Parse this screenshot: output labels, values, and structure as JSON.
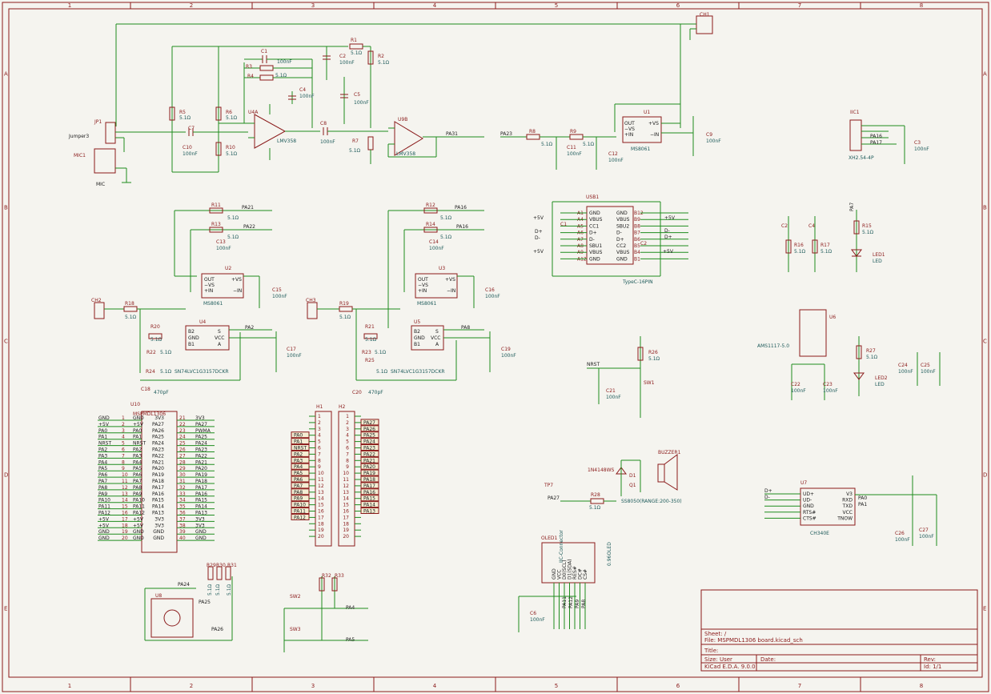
{
  "frame": {
    "columns": [
      "1",
      "2",
      "3",
      "4",
      "5",
      "6",
      "7",
      "8"
    ],
    "rows": [
      "A",
      "B",
      "C",
      "D",
      "E"
    ]
  },
  "title_block": {
    "sheet": "Sheet: /",
    "file": "File: MSPMDL1306 board.kicad_sch",
    "title": "Title:",
    "size": "Size: User",
    "date": "Date:",
    "rev": "Rev:",
    "tool": "KiCad E.D.A. 9.0.0",
    "id": "Id: 1/1"
  },
  "components": {
    "ch1": "CH1",
    "jp1": "JP1",
    "jumper3": "Jumper3",
    "mic1": "MIC1",
    "mic": "MIC",
    "r1": "R1",
    "r1v": "5.1Ω",
    "r2": "R2",
    "r2v": "5.1Ω",
    "r3": "R3",
    "r4": "R4",
    "r34v": "5.1Ω",
    "c1": "C1",
    "c1v": "100nF",
    "c2": "C2",
    "c2v": "100nF",
    "c4": "C4",
    "c4v": "100nF",
    "c5": "C5",
    "c5v": "100nF",
    "u4a": "U4A",
    "lmv358a": "LMV358",
    "u9b": "U9B",
    "lmv358b": "LMV358",
    "r5": "R5",
    "r5v": "5.1Ω",
    "r6": "R6",
    "r6v": "5.1Ω",
    "c7": "C7",
    "c10": "C10",
    "c10v": "100nF",
    "r10": "R10",
    "r10v": "5.1Ω",
    "c8": "C8",
    "c8v": "100nF",
    "r7": "R7",
    "r7v": "5.1Ω",
    "pa31": "PA31",
    "pa23": "PA23",
    "r8": "R8",
    "r8v": "5.1Ω",
    "r9": "R9",
    "r9v": "5.1Ω",
    "c11": "C11",
    "c11v": "100nF",
    "c12": "C12",
    "c12v": "100nF",
    "u1": "U1",
    "ms8061": "MS8061",
    "c9": "C9",
    "c9v": "100nF",
    "iic1": "IIC1",
    "xh": "XH2.54-4P",
    "pa16": "PA16",
    "pa17": "PA17",
    "c3": "C3",
    "c3v": "100nF",
    "usb1": "USB1",
    "typec": "TypeC-16PIN",
    "usb_left": [
      "GND",
      "VBUS",
      "CC1",
      "D+",
      "D-",
      "SBU1",
      "VBUS",
      "GND"
    ],
    "usb_right": [
      "GND",
      "VBUS",
      "SBU2",
      "D-",
      "D+",
      "CC2",
      "VBUS",
      "GND"
    ],
    "usb_lpins": [
      "A1",
      "A4",
      "A5",
      "A6",
      "A7",
      "A8",
      "A9",
      "A12"
    ],
    "usb_rpins": [
      "B12",
      "B9",
      "B8",
      "B7",
      "B6",
      "B5",
      "B4",
      "B1"
    ],
    "p5v": "+5V",
    "dp": "D+",
    "dm": "D-",
    "c1n": "C1",
    "c2n": "C2",
    "r11": "R11",
    "r11v": "5.1Ω",
    "pa21": "PA21",
    "r13": "R13",
    "r13v": "5.1Ω",
    "pa22": "PA22",
    "c13": "C13",
    "c13v": "100nF",
    "u2": "U2",
    "ms8061b": "MS8061",
    "c15": "C15",
    "c15v": "100nF",
    "ch2": "CH2",
    "r18": "R18",
    "r18v": "5.1Ω",
    "r20": "R20",
    "r20v": "5.1Ω",
    "u4": "U4",
    "r22": "R22",
    "r22v": "5.1Ω",
    "sn": "SN74LVC1G3157DCKR",
    "r24": "R24",
    "r24v": "5.1Ω",
    "c18": "C18",
    "c18v": "470pF",
    "pa2": "PA2",
    "c17": "C17",
    "c17v": "100nF",
    "r12": "R12",
    "r12v": "5.1Ω",
    "pa16b": "PA16",
    "r14": "R14",
    "r14v": "5.1Ω",
    "pa16c": "PA16",
    "c14": "C14",
    "c14v": "100nF",
    "u3": "U3",
    "ms8061c": "MS8061",
    "c16": "C16",
    "c16v": "100nF",
    "ch3": "CH3",
    "r19": "R19",
    "r19v": "5.1Ω",
    "r21": "R21",
    "r21v": "5.1Ω",
    "u5": "U5",
    "r23": "R23",
    "r23v": "5.1Ω",
    "r25": "R25",
    "r25v": "5.1Ω",
    "sn2": "SN74LVC1G3157DCKR",
    "c20": "C20",
    "c20v": "470pF",
    "pa8": "PA8",
    "c19": "C19",
    "c19v": "100nF",
    "c2b": "C2",
    "c4b": "C4",
    "r16": "R16",
    "r16v": "5.1Ω",
    "r17": "R17",
    "r17v": "5.1Ω",
    "pa7": "PA7",
    "r15": "R15",
    "r15v": "5.1Ω",
    "led1": "LED1",
    "led": "LED",
    "u6": "U6",
    "ams": "AMS1117-5.0",
    "c22": "C22",
    "c22v": "100nF",
    "c23": "C23",
    "c23v": "100nF",
    "r27": "R27",
    "r27v": "5.1Ω",
    "led2": "LED2",
    "led2v": "LED",
    "c24": "C24",
    "c24v": "100nF",
    "c25": "C25",
    "c25v": "100nF",
    "nrst": "NRST",
    "c21": "C21",
    "c21v": "100nF",
    "r26": "R26",
    "r26v": "5.1Ω",
    "sw1": "SW1",
    "u10": "U10",
    "mspm": "MSPMDL1306",
    "u10_left_nets": [
      "GND",
      "+5V",
      "PA0",
      "PA1",
      "NRST",
      "PA2",
      "PA3",
      "PA4",
      "PA5",
      "PA6",
      "PA7",
      "PA8",
      "PA9",
      "PA10",
      "PA11",
      "PA12",
      "+5V",
      "+5V",
      "GND",
      "GND"
    ],
    "u10_left_pins": [
      "GND",
      "+5V",
      "PA0",
      "PA1",
      "NRST",
      "PA2",
      "PA3",
      "PA4",
      "PA5",
      "PA6",
      "PA7",
      "PA8",
      "PA9",
      "PA10",
      "PA11",
      "PA12",
      "+5V",
      "+5V",
      "GND",
      "GND"
    ],
    "u10_right_pins": [
      "3V3",
      "PA27",
      "PA26",
      "PA25",
      "PA24",
      "PA23",
      "PA22",
      "PA21",
      "PA20",
      "PA19",
      "PA18",
      "PA17",
      "PA16",
      "PA15",
      "PA14",
      "PA13",
      "3V3",
      "3V3",
      "GND",
      "GND"
    ],
    "u10_right_nets": [
      "3V3",
      "PA27",
      "PWMA",
      "PA25",
      "PA24",
      "PA23",
      "PA22",
      "PA21",
      "PA20",
      "PA19",
      "PA18",
      "PA17",
      "PA16",
      "PA15",
      "PA14",
      "PA13",
      "3V3",
      "3V3",
      "GND",
      "GND"
    ],
    "h1": "H1",
    "h2": "H2",
    "h1_nets": [
      "",
      "",
      "",
      "PA0",
      "PA1",
      "NRST",
      "PA2",
      "PA3",
      "PA4",
      "PA5",
      "PA6",
      "PA7",
      "PA8",
      "PA9",
      "PA10",
      "PA11",
      "PA12",
      "",
      "",
      ""
    ],
    "h2_nets": [
      "",
      "PA27",
      "PA26",
      "PA25",
      "PA24",
      "PA23",
      "PA22",
      "PA21",
      "PA20",
      "PA19",
      "PA18",
      "PA17",
      "PA16",
      "PA15",
      "PA14",
      "PA13",
      "",
      "",
      "",
      ""
    ],
    "d1": "D1",
    "d1v": "1N4148WS",
    "buzzer": "BUZZER1",
    "q1": "Q1",
    "tp7": "TP7",
    "pa27": "PA27",
    "r28": "R28",
    "r28v": "5.1Ω",
    "ss8050": "SS8050(RANGE:200-350)",
    "u7": "U7",
    "ch340": "CH340E",
    "u7_left": [
      "UD+",
      "UD-",
      "GND",
      "RTS#",
      "CTS#"
    ],
    "u7_right": [
      "V3",
      "RXD",
      "TXD",
      "VCC",
      "TNOW"
    ],
    "pa0": "PA0",
    "pa1": "PA1",
    "c26": "C26",
    "c26v": "100nF",
    "c27": "C27",
    "c27v": "100nF",
    "u8": "U8",
    "pa24": "PA24",
    "pa25": "PA25",
    "pa26": "PA26",
    "r29": "R29",
    "r30": "R30",
    "r31": "R31",
    "r_v": "5.1Ω",
    "sw2": "SW2",
    "sw3": "SW3",
    "r32": "R32",
    "r33": "R33",
    "pa4": "PA4",
    "pa5": "PA5",
    "oled1": "OLED1",
    "oled_name": "0.96OLED",
    "iic_conn": "IIC-Connector",
    "oled_pins": [
      "GND",
      "VCC",
      "D0(SCL)",
      "D1(SDA)",
      "RES#",
      "DC#",
      "CS#"
    ],
    "pa11": "PA11",
    "pa12": "PA12",
    "pa9": "PA9",
    "pa8b": "PA8",
    "c6": "C6",
    "c6v": "100nF"
  }
}
